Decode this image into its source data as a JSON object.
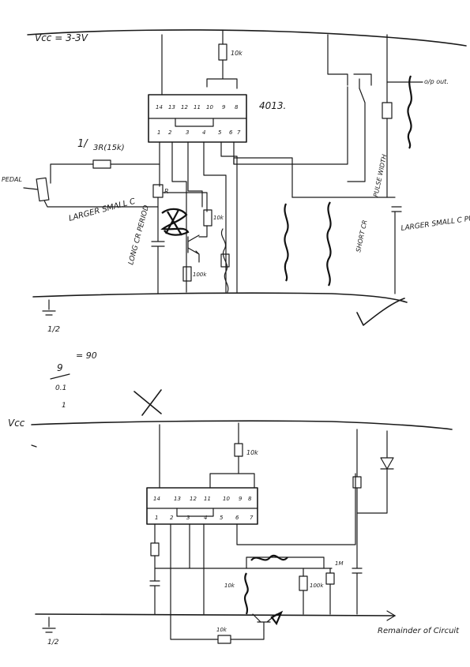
{
  "top_circuit": {
    "vcc_label": "Vcc = 3-3V",
    "chip_label": "4013.",
    "resistor_10k": "10k",
    "output_label": "o/p out.",
    "pins_top": [
      "14",
      "13",
      "12",
      "11",
      "10",
      "9",
      "8"
    ],
    "pins_bottom": [
      "1",
      "2",
      "3",
      "4",
      "5",
      "6",
      "7"
    ],
    "fraction_label": "1/",
    "r_label": "3R(15k)",
    "pedal_label": "PEDAL",
    "larger_small_c": "LARGER SMALL C",
    "long_cr_period": "LONG CR PERIOD",
    "r_mark": "R",
    "r10k_right": "10k",
    "r100k": "100k",
    "pulse_width": "PULSE WIDTH",
    "short_cr": "SHORT CR",
    "larger_small_c_right": "LARGER SMALL C PULSE DURATION",
    "ground_label": "1/2"
  },
  "notes": {
    "fraction_9": "9",
    "fraction_01": "0.1",
    "eq": "= 90",
    "one": "1"
  },
  "bottom_circuit": {
    "vcc_label": "Vcc",
    "resistor_10k": "10k",
    "pins_top": [
      "14",
      "13",
      "12",
      "11",
      "10",
      "9",
      "8"
    ],
    "pins_bottom": [
      "1",
      "2",
      "3",
      "4",
      "5",
      "6",
      "7"
    ],
    "r_left": "10k",
    "r_mid": "100k",
    "r_right": "1M",
    "r_bottom": "10k",
    "remainder_label": "Remainder of Circuit",
    "ground_label": "1/2"
  },
  "colors": {
    "ink": "#1a1a1a",
    "paper": "#ffffff"
  }
}
